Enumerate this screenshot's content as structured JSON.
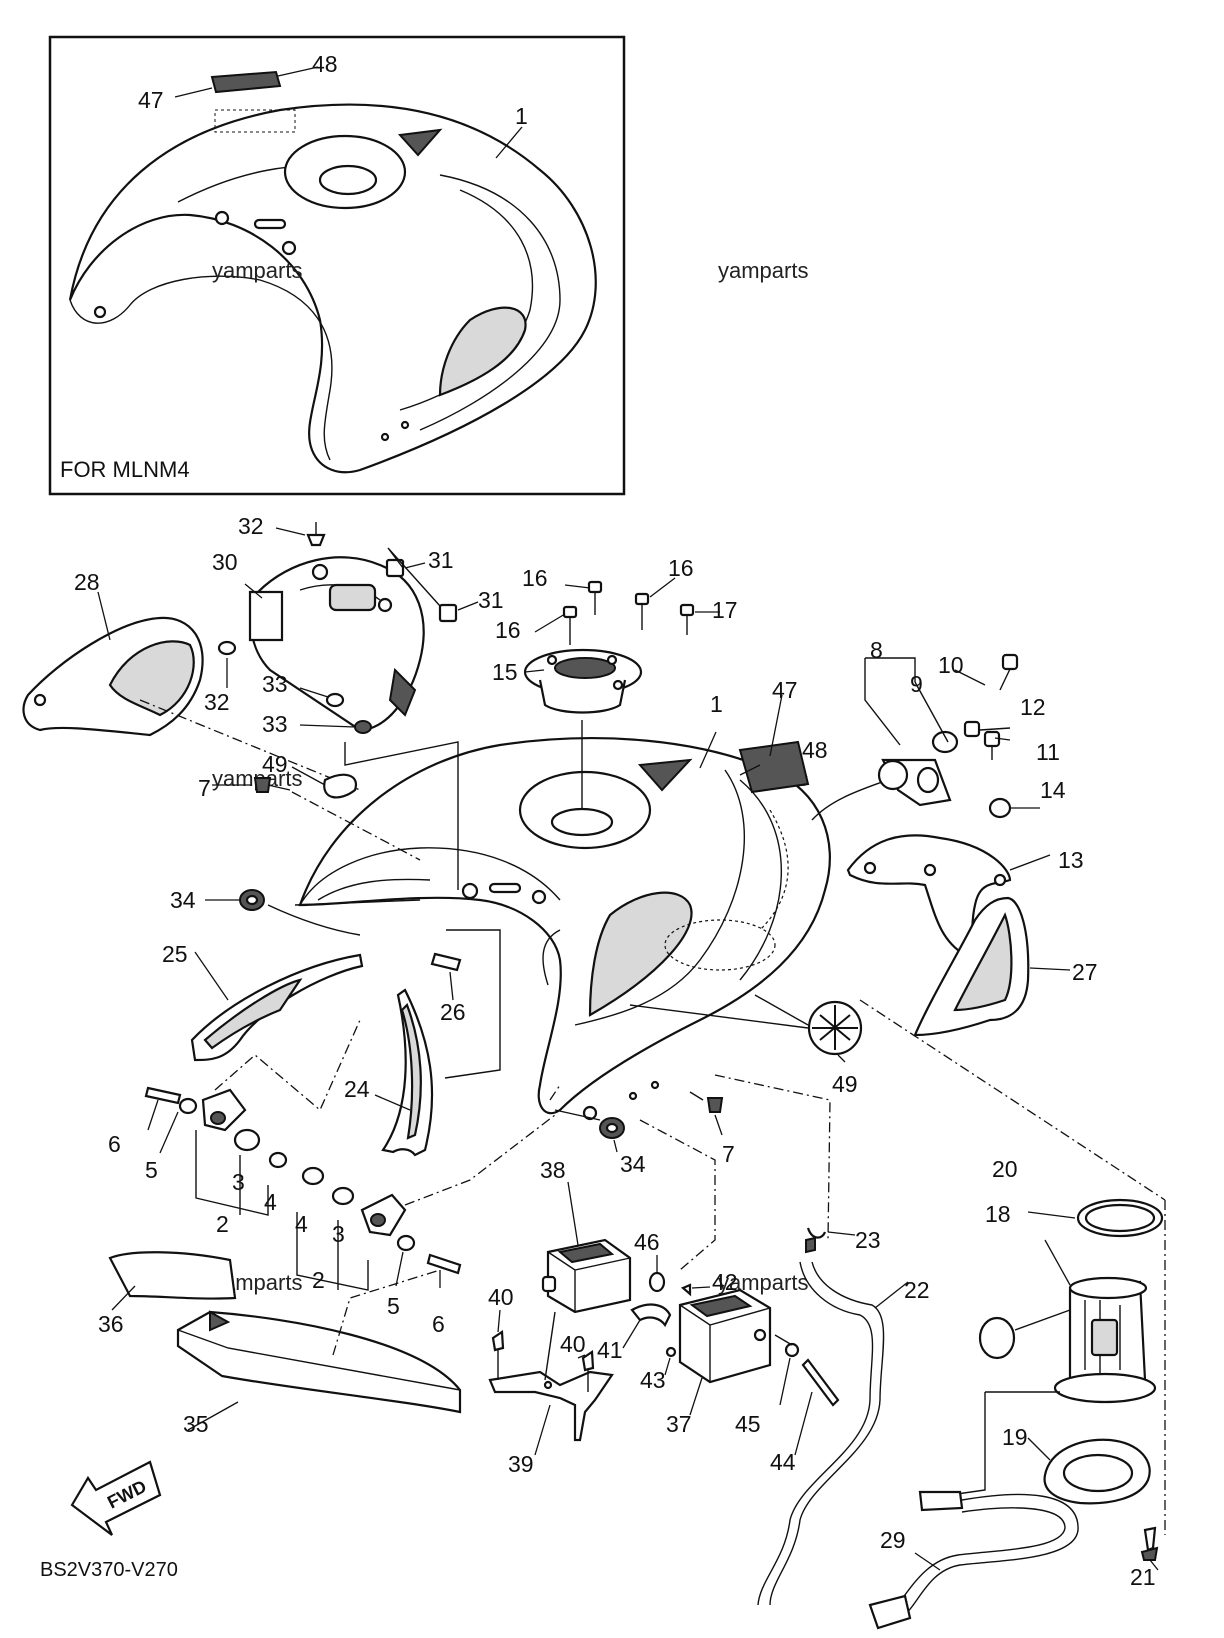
{
  "diagram": {
    "inset_label": "FOR MLNM4",
    "code": "BS2V370-V270",
    "fwd_label": "FWD",
    "watermark": "yamparts",
    "callouts": {
      "c1a": "1",
      "c47a": "47",
      "c48a": "48",
      "c1": "1",
      "c2a": "2",
      "c2b": "2",
      "c3a": "3",
      "c3b": "3",
      "c4a": "4",
      "c4b": "4",
      "c5a": "5",
      "c5b": "5",
      "c6a": "6",
      "c6b": "6",
      "c7a": "7",
      "c7b": "7",
      "c8": "8",
      "c9": "9",
      "c10": "10",
      "c11": "11",
      "c12": "12",
      "c13": "13",
      "c14": "14",
      "c15": "15",
      "c16a": "16",
      "c16b": "16",
      "c16c": "16",
      "c17": "17",
      "c18": "18",
      "c19": "19",
      "c20": "20",
      "c21": "21",
      "c22": "22",
      "c23": "23",
      "c24": "24",
      "c25": "25",
      "c26": "26",
      "c27": "27",
      "c28": "28",
      "c29": "29",
      "c30": "30",
      "c31a": "31",
      "c31b": "31",
      "c32a": "32",
      "c32b": "32",
      "c33a": "33",
      "c33b": "33",
      "c34a": "34",
      "c34b": "34",
      "c35": "35",
      "c36": "36",
      "c37": "37",
      "c38": "38",
      "c39": "39",
      "c40a": "40",
      "c40b": "40",
      "c41": "41",
      "c42": "42",
      "c43": "43",
      "c44": "44",
      "c45": "45",
      "c46": "46",
      "c47": "47",
      "c48": "48",
      "c49a": "49",
      "c49b": "49"
    }
  }
}
